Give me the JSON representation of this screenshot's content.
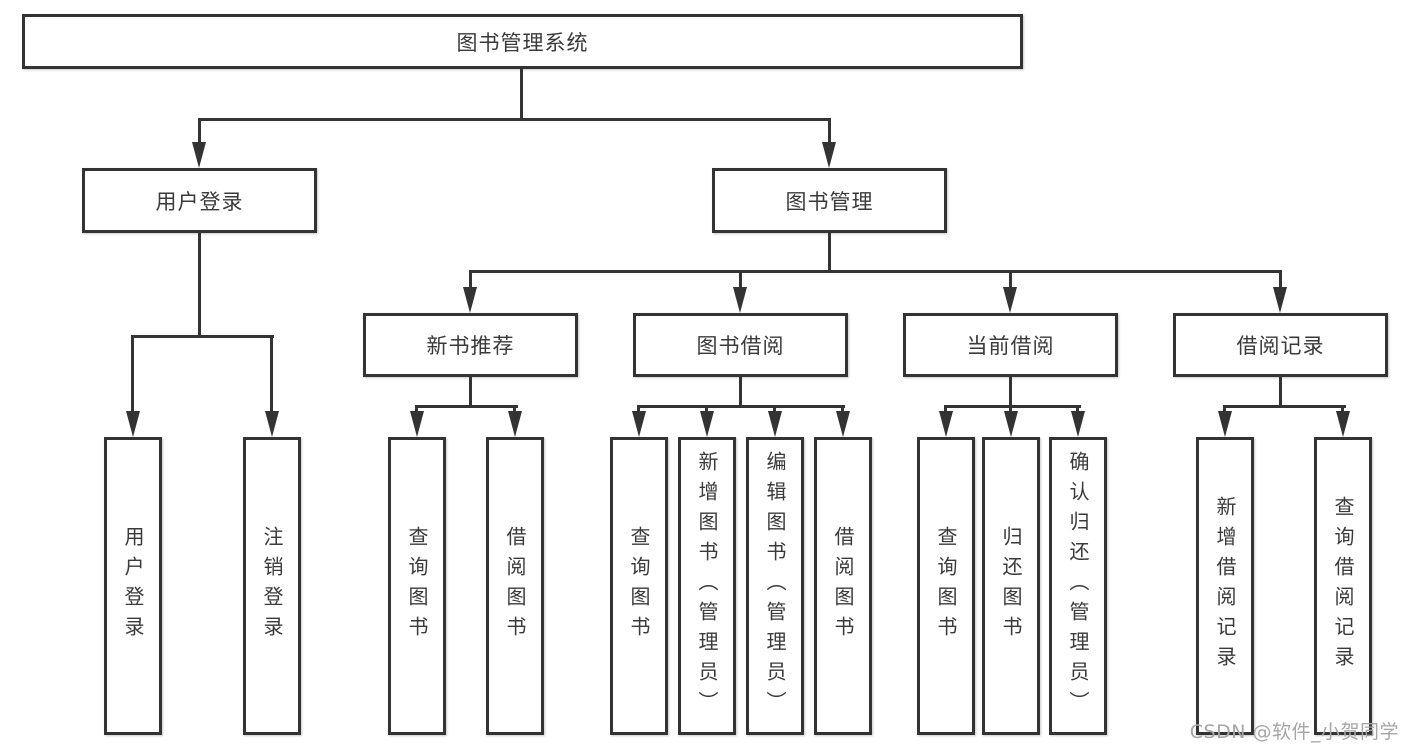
{
  "diagram": {
    "title_note": "functional structure chart of a library management system",
    "root": {
      "label": "图书管理系统"
    },
    "level2": [
      {
        "label": "用户登录"
      },
      {
        "label": "图书管理"
      }
    ],
    "level3": [
      {
        "label": "新书推荐"
      },
      {
        "label": "图书借阅"
      },
      {
        "label": "当前借阅"
      },
      {
        "label": "借阅记录"
      }
    ],
    "leaves": {
      "user_login": [
        {
          "label": "用户登录"
        },
        {
          "label": "注销登录"
        }
      ],
      "new_book": [
        {
          "label": "查询图书"
        },
        {
          "label": "借阅图书"
        }
      ],
      "book_borrow": [
        {
          "label": "查询图书"
        },
        {
          "label": "新增图书（管理员）"
        },
        {
          "label": "编辑图书（管理员）"
        },
        {
          "label": "借阅图书"
        }
      ],
      "current_borrow": [
        {
          "label": "查询图书"
        },
        {
          "label": "归还图书"
        },
        {
          "label": "确认归还（管理员）"
        }
      ],
      "borrow_record": [
        {
          "label": "新增借阅记录"
        },
        {
          "label": "查询借阅记录"
        }
      ]
    }
  },
  "watermark": {
    "text": "CSDN @软件_小贺同学"
  },
  "colors": {
    "line": "#333333",
    "text": "#3a3a3a",
    "box_fill": "#ffffff",
    "watermark": "#a6a6a6"
  }
}
